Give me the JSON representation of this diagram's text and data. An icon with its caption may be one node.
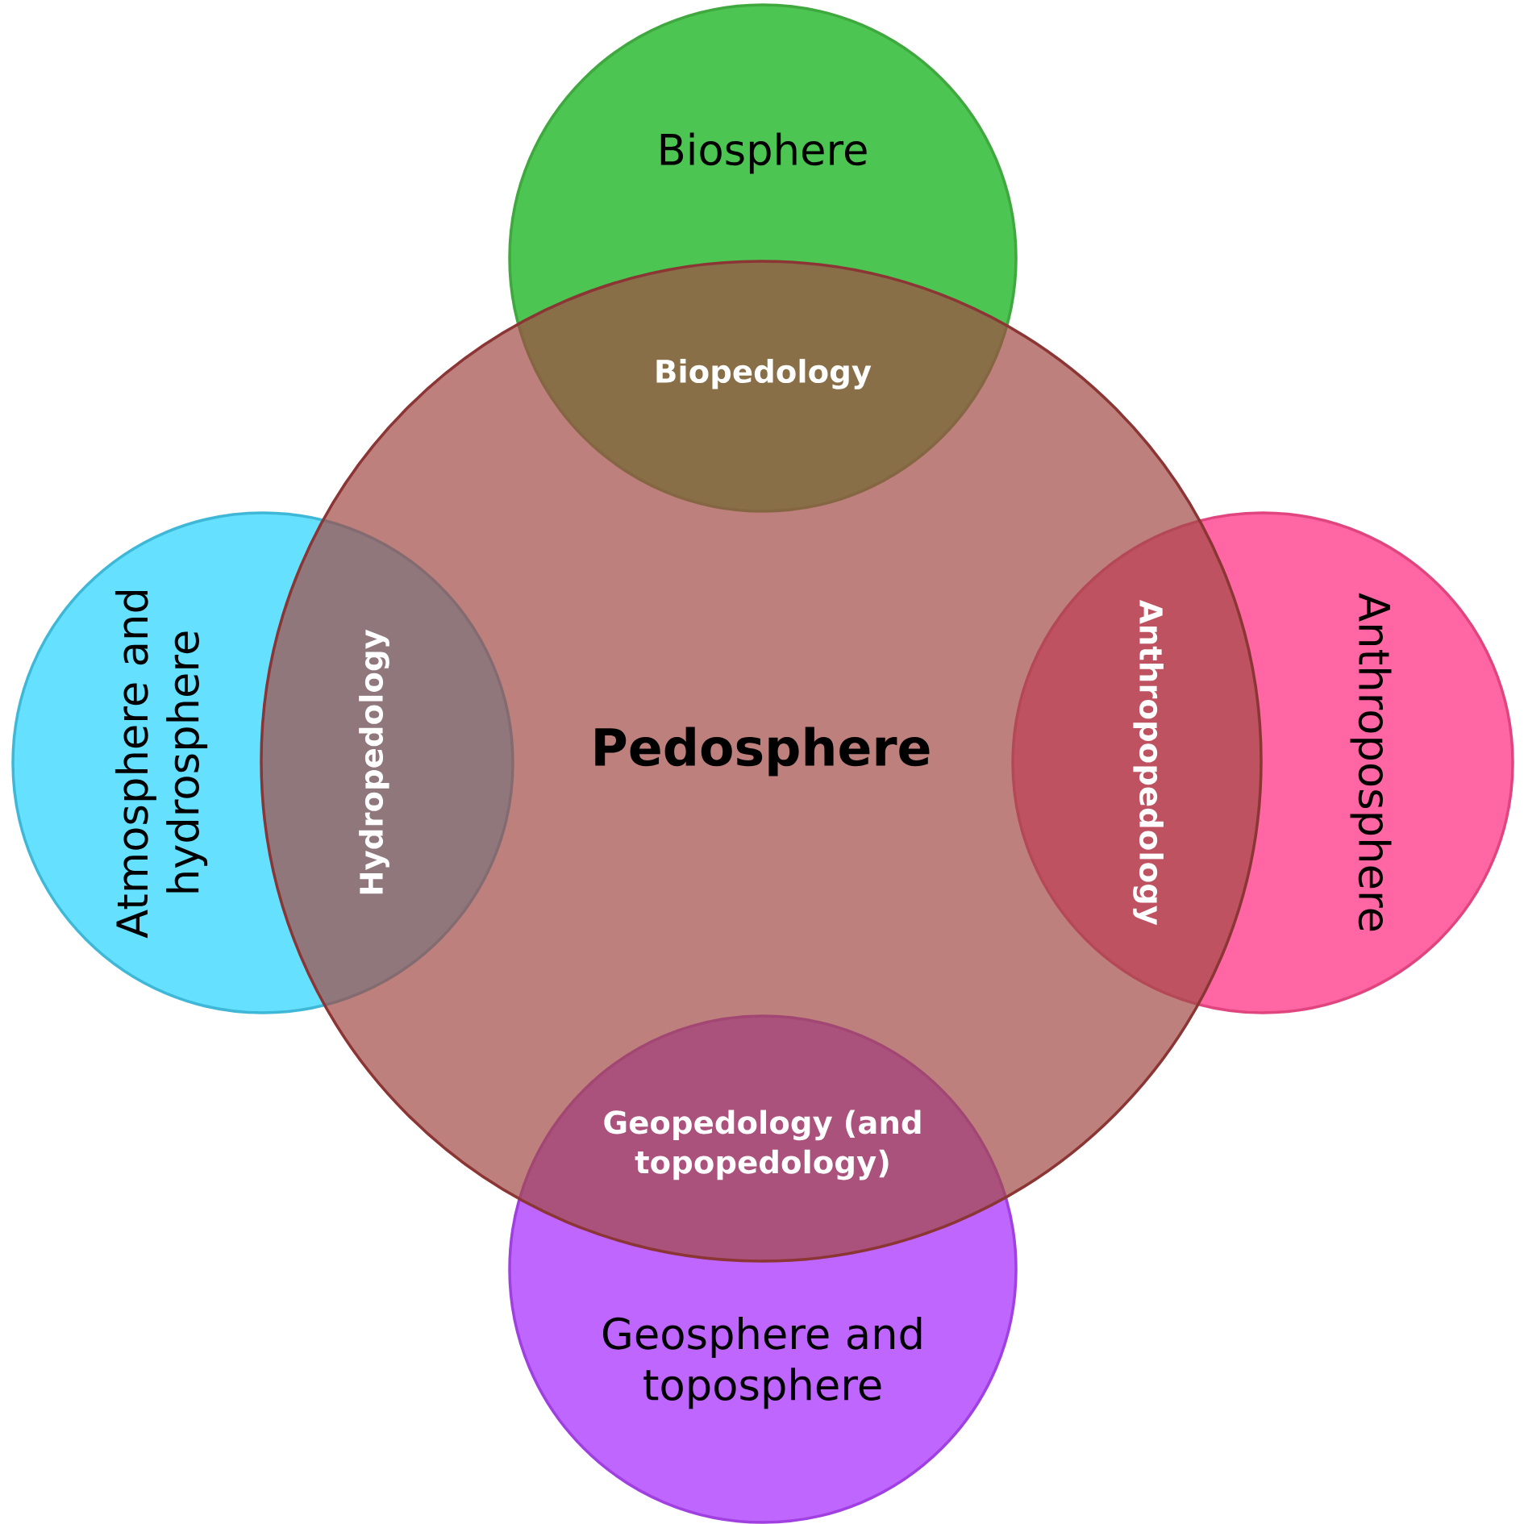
{
  "diagram": {
    "nodes": [
      {
        "text": [
          "Biosphere"
        ]
      },
      {
        "text": [
          "Atmosphere and hydrosphere"
        ]
      },
      {
        "text": [
          "Pedosphere"
        ]
      },
      {
        "text": [
          "Anthroposphere"
        ]
      },
      {
        "text": [
          "Geosphere and toposphere"
        ]
      }
    ],
    "labels": [
      "Biopedology",
      "Hydropedology",
      "Anthropopedology",
      "Geopedology (and topopedology)"
    ]
  }
}
